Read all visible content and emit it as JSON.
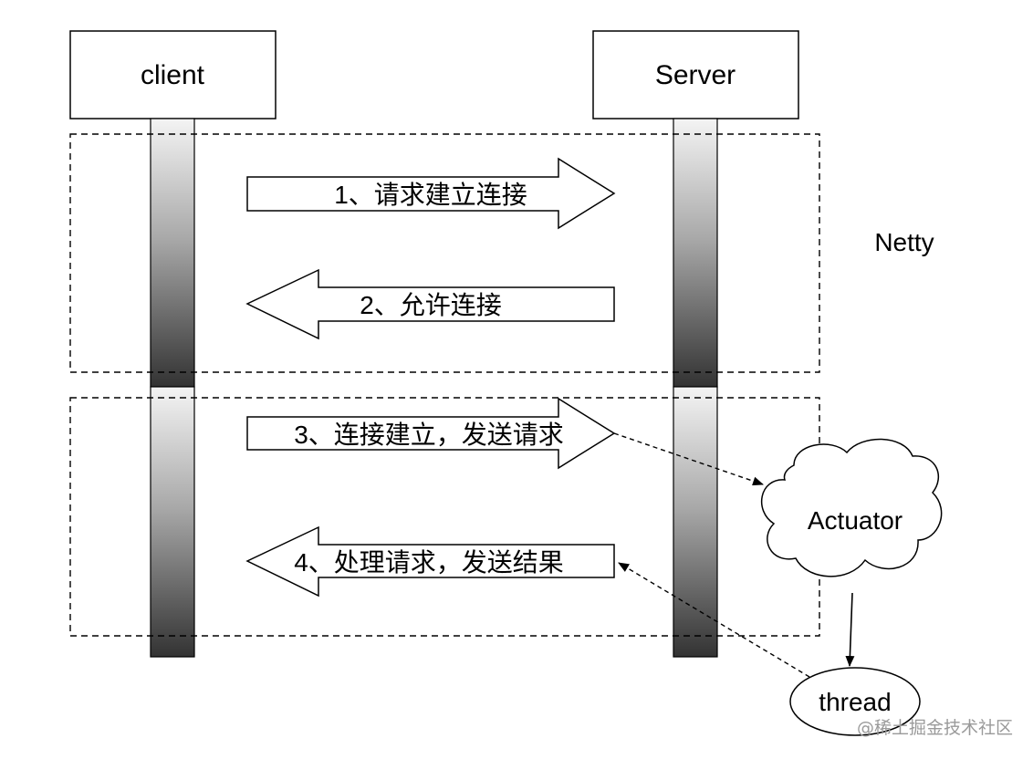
{
  "participants": {
    "client": "client",
    "server": "Server"
  },
  "groups": {
    "netty": "Netty"
  },
  "messages": [
    {
      "text": "1、请求建立连接",
      "direction": "right"
    },
    {
      "text": "2、允许连接",
      "direction": "left"
    },
    {
      "text": "3、连接建立，发送请求",
      "direction": "right"
    },
    {
      "text": "4、处理请求，发送结果",
      "direction": "left"
    }
  ],
  "nodes": {
    "actuator": "Actuator",
    "thread": "thread"
  },
  "watermark": "@稀土掘金技术社区",
  "colors": {
    "stroke": "#000000",
    "lifeline_top": "#f2f2f2",
    "lifeline_bottom": "#3a3a3a",
    "watermark": "#9a9a9a"
  }
}
